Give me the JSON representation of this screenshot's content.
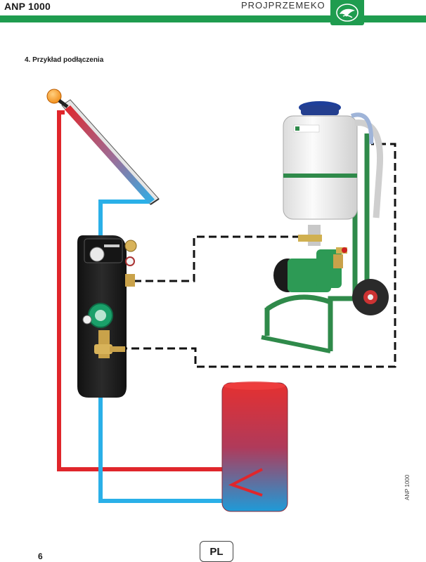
{
  "header": {
    "title": "ANP 1000",
    "brand": "PROJPRZEMEKO",
    "brand_color": "#1f9c4f"
  },
  "section": {
    "heading": "4. Przykład podłączenia"
  },
  "diagram": {
    "hot_pipe_color": "#e0262b",
    "cold_pipe_color": "#2ab0e8",
    "signal_line_color": "#111111",
    "components": [
      "solar-collector",
      "pump-station",
      "filling-station",
      "storage-tank"
    ]
  },
  "footer": {
    "page_number": "6",
    "language": "PL",
    "side_label": "ANP 1000"
  }
}
